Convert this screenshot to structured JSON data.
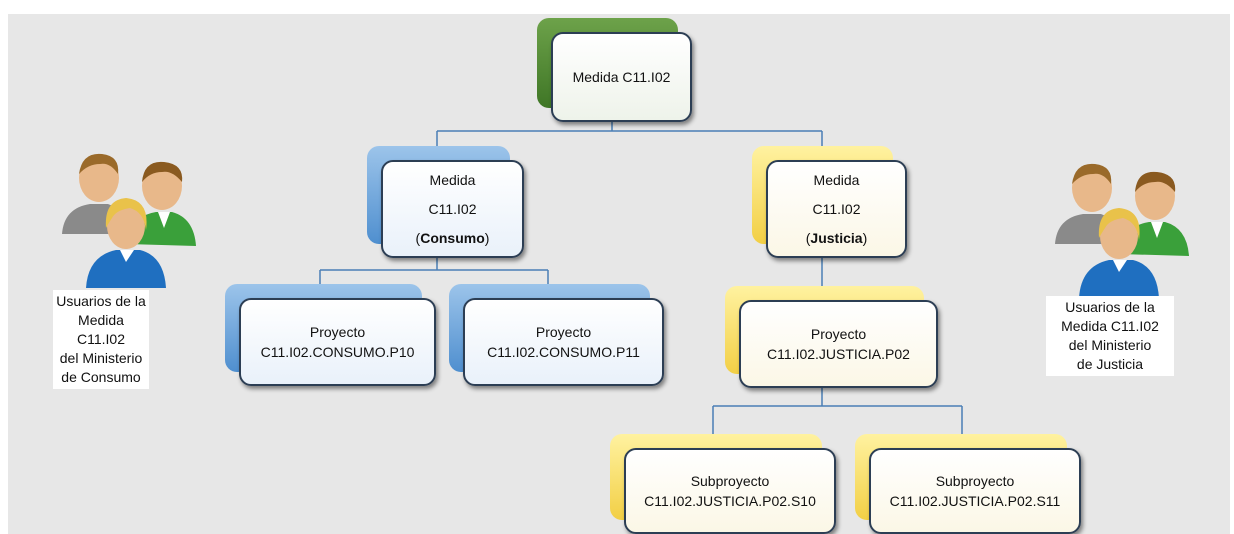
{
  "root": {
    "label": "Medida C11.I02"
  },
  "consumo": {
    "line1": "Medida",
    "line2": "C11.I02",
    "open": "(",
    "bold": "Consumo",
    "close": ")"
  },
  "justicia": {
    "line1": "Medida",
    "line2": "C11.I02",
    "open": "(",
    "bold": "Justicia",
    "close": ")"
  },
  "projects": {
    "p10": {
      "title": "Proyecto",
      "code": "C11.I02.CONSUMO.P10"
    },
    "p11": {
      "title": "Proyecto",
      "code": "C11.I02.CONSUMO.P11"
    },
    "p02": {
      "title": "Proyecto",
      "code": "C11.I02.JUSTICIA.P02"
    }
  },
  "subprojects": {
    "s10": {
      "title": "Subproyecto",
      "code": "C11.I02.JUSTICIA.P02.S10"
    },
    "s11": {
      "title": "Subproyecto",
      "code": "C11.I02.JUSTICIA.P02.S11"
    }
  },
  "users": {
    "left": {
      "l1": "Usuarios de la",
      "l2": "Medida C11.I02",
      "l3": "del Ministerio",
      "l4": "de Consumo"
    },
    "right": {
      "l1": "Usuarios de la",
      "l2": "Medida C11.I02",
      "l3": "del Ministerio",
      "l4": "de Justicia"
    }
  },
  "colors": {
    "root": "#4f8a32",
    "consumo": "#5b9bd5",
    "justicia": "#f5d24a",
    "connector": "#4a7fb5"
  }
}
